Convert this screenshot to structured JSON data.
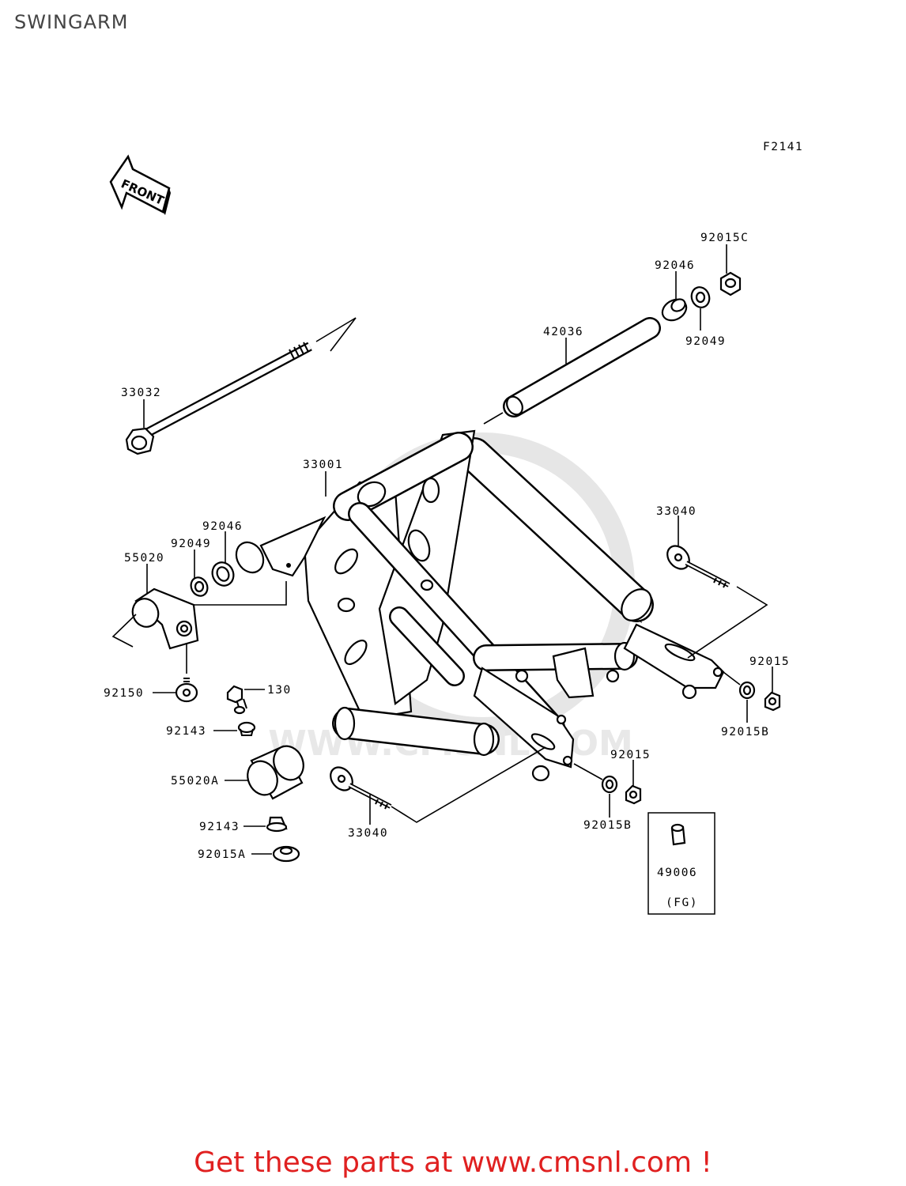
{
  "page": {
    "title": "SWINGARM",
    "figure_code": "F2141",
    "front_label": "FRONT",
    "footer": "Get these parts at www.cmsnl.com !",
    "watermark": "WWW.CMSNL.COM"
  },
  "labels": {
    "p92015C": "92015C",
    "p92046_top": "92046",
    "p92049_top": "92049",
    "p42036": "42036",
    "p33032": "33032",
    "p33001": "33001",
    "p92046_left": "92046",
    "p92049_left": "92049",
    "p55020": "55020",
    "p33040_right": "33040",
    "p92015_right": "92015",
    "p92015B_right": "92015B",
    "p92150": "92150",
    "p130": "130",
    "p92143_top": "92143",
    "p55020A": "55020A",
    "p92143_bottom": "92143",
    "p92015A": "92015A",
    "p33040_bottom": "33040",
    "p92015_bottom": "92015",
    "p92015B_bottom": "92015B",
    "p49006": "49006",
    "fg": "(FG)"
  },
  "colors": {
    "footer": "#e02020",
    "title": "#444444",
    "lines": "#000000",
    "watermark": "#e6e6e6"
  }
}
